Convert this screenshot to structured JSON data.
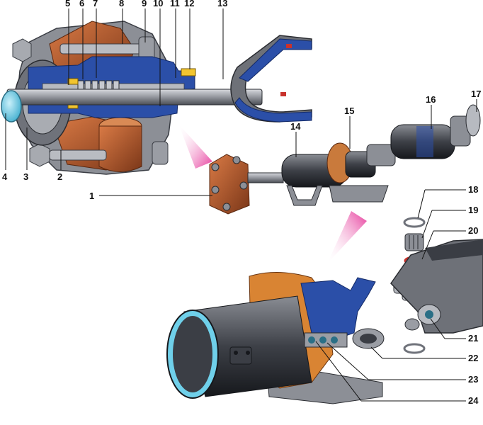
{
  "diagram": {
    "callouts": [
      {
        "id": "1",
        "text": "1"
      },
      {
        "id": "2",
        "text": "2"
      },
      {
        "id": "3",
        "text": "3"
      },
      {
        "id": "4",
        "text": "4"
      },
      {
        "id": "5",
        "text": "5"
      },
      {
        "id": "6",
        "text": "6"
      },
      {
        "id": "7",
        "text": "7"
      },
      {
        "id": "8",
        "text": "8"
      },
      {
        "id": "9",
        "text": "9"
      },
      {
        "id": "10",
        "text": "10"
      },
      {
        "id": "11",
        "text": "11"
      },
      {
        "id": "12",
        "text": "12"
      },
      {
        "id": "13",
        "text": "13"
      },
      {
        "id": "14",
        "text": "14"
      },
      {
        "id": "15",
        "text": "15"
      },
      {
        "id": "16",
        "text": "16"
      },
      {
        "id": "17",
        "text": "17"
      },
      {
        "id": "18",
        "text": "18"
      },
      {
        "id": "19",
        "text": "19"
      },
      {
        "id": "20",
        "text": "20"
      },
      {
        "id": "21",
        "text": "21"
      },
      {
        "id": "22",
        "text": "22"
      },
      {
        "id": "23",
        "text": "23"
      },
      {
        "id": "24",
        "text": "24"
      }
    ],
    "colors": {
      "housing_gray": "#8c8f96",
      "cutaway_blue": "#2b4fa8",
      "rubber_brown": "#a4532a",
      "steel_dark": "#3a3d44",
      "pointer_pink": "#e6399b",
      "cap_cyan": "#7fd3e8",
      "accent_yellow": "#f2c530",
      "accent_red": "#c8322c"
    }
  }
}
